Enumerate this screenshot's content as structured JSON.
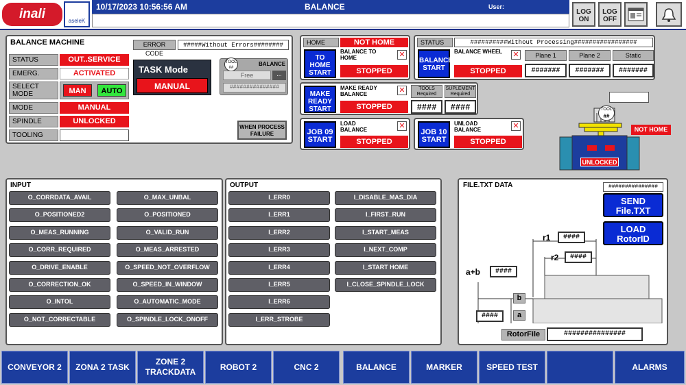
{
  "header": {
    "brand": "inali",
    "brand2": "aseleK",
    "datetime": "10/17/2023 10:56:56 AM",
    "title": "BALANCE",
    "user_label": "User:",
    "logon": "LOG ON",
    "logoff": "LOG OFF"
  },
  "balance_machine": {
    "title": "BALANCE MACHINE",
    "error_code_label": "ERROR CODE",
    "error_code_value": "#####Without Errors########",
    "rows": [
      {
        "label": "STATUS",
        "value": "OUT..SERVICE"
      },
      {
        "label": "EMERG. STOP",
        "value": "ACTIVATED"
      },
      {
        "label": "SELECT MODE",
        "value": ""
      },
      {
        "label": "MODE",
        "value": "MANUAL"
      },
      {
        "label": "SPINDLE",
        "value": "UNLOCKED"
      },
      {
        "label": "TOOLING",
        "value": ""
      }
    ],
    "man": "MAN",
    "auto": "AUTO",
    "task_mode": "TASK Mode",
    "task_value": "MANUAL",
    "tool_label": "TOOL",
    "balance_label": "BALANCE",
    "free": "Free",
    "dots": "...",
    "tool_hash": "###############",
    "when_process": "WHEN PROCESS FAILURE"
  },
  "home": {
    "label": "HOME",
    "value": "NOT HOME",
    "btn": "TO HOME START",
    "sub": "BALANCE TO HOME",
    "state": "STOPPED"
  },
  "status": {
    "label": "STATUS",
    "value": "##########Without Processing#################",
    "btn": "BALANCE START",
    "sub": "BALANCE WHEEL",
    "state": "STOPPED",
    "plane1": "Plane 1",
    "plane2": "Plane 2",
    "static": "Static",
    "v1": "#######",
    "v2": "#######",
    "v3": "#######"
  },
  "make_ready": {
    "btn": "MAKE READY START",
    "sub": "MAKE READY BALANCE",
    "state": "STOPPED",
    "tools": "TOOLS Required",
    "suplement": "SUPLEMENT Required",
    "tv": "####",
    "sv": "####"
  },
  "job9": {
    "btn": "JOB 09 START",
    "sub": "LOAD BALANCE",
    "state": "STOPPED"
  },
  "job10": {
    "btn": "JOB 10 START",
    "sub": "UNLOAD BALANCE",
    "state": "STOPPED"
  },
  "machine_graphic": {
    "not_home": "NOT HOME",
    "unlocked": "UNLOCKED",
    "tool": "TOOL",
    "hash": "##"
  },
  "input": {
    "title": "INPUT",
    "col1": [
      "O_CORRDATA_AVAIL",
      "O_POSITIONED2",
      "O_MEAS_RUNNING",
      "O_CORR_REQUIRED",
      "O_DRIVE_ENABLE",
      "O_CORRECTION_OK",
      "O_INTOL",
      "O_NOT_CORRECTABLE"
    ],
    "col2": [
      "O_MAX_UNBAL",
      "O_POSITIONED",
      "O_VALID_RUN",
      "O_MEAS_ARRESTED",
      "O_SPEED_NOT_OVERFLOW",
      "O_SPEED_IN_WINDOW",
      "O_AUTOMATIC_MODE",
      "O_SPINDLE_LOCK_ONOFF"
    ]
  },
  "output": {
    "title": "OUTPUT",
    "col1": [
      "I_ERR0",
      "I_ERR1",
      "I_ERR2",
      "I_ERR3",
      "I_ERR4",
      "I_ERR5",
      "I_ERR6",
      "I_ERR_STROBE"
    ],
    "col2": [
      "I_DISABLE_MAS_DIA",
      "I_FIRST_RUN",
      "I_START_MEAS",
      "I_NEXT_COMP",
      "I_START HOME",
      "I_CLOSE_SPINDLE_LOCK"
    ]
  },
  "file": {
    "title": "FILE.TXT DATA",
    "hash_top": "###############",
    "send": "SEND File.TXT",
    "load": "LOAD RotorID",
    "r1": "r1",
    "r1v": "####",
    "r2": "r2",
    "r2v": "####",
    "ab": "a+b",
    "abv": "####",
    "b": "b",
    "a": "a",
    "av": "####",
    "rotor_label": "RotorFile",
    "rotor_value": "###############"
  },
  "nav": [
    "CONVEYOR 2",
    "ZONA 2 TASK",
    "ZONE 2 TRACKDATA",
    "ROBOT 2",
    "CNC 2",
    "BALANCE",
    "MARKER",
    "SPEED TEST",
    "",
    "ALARMS"
  ]
}
